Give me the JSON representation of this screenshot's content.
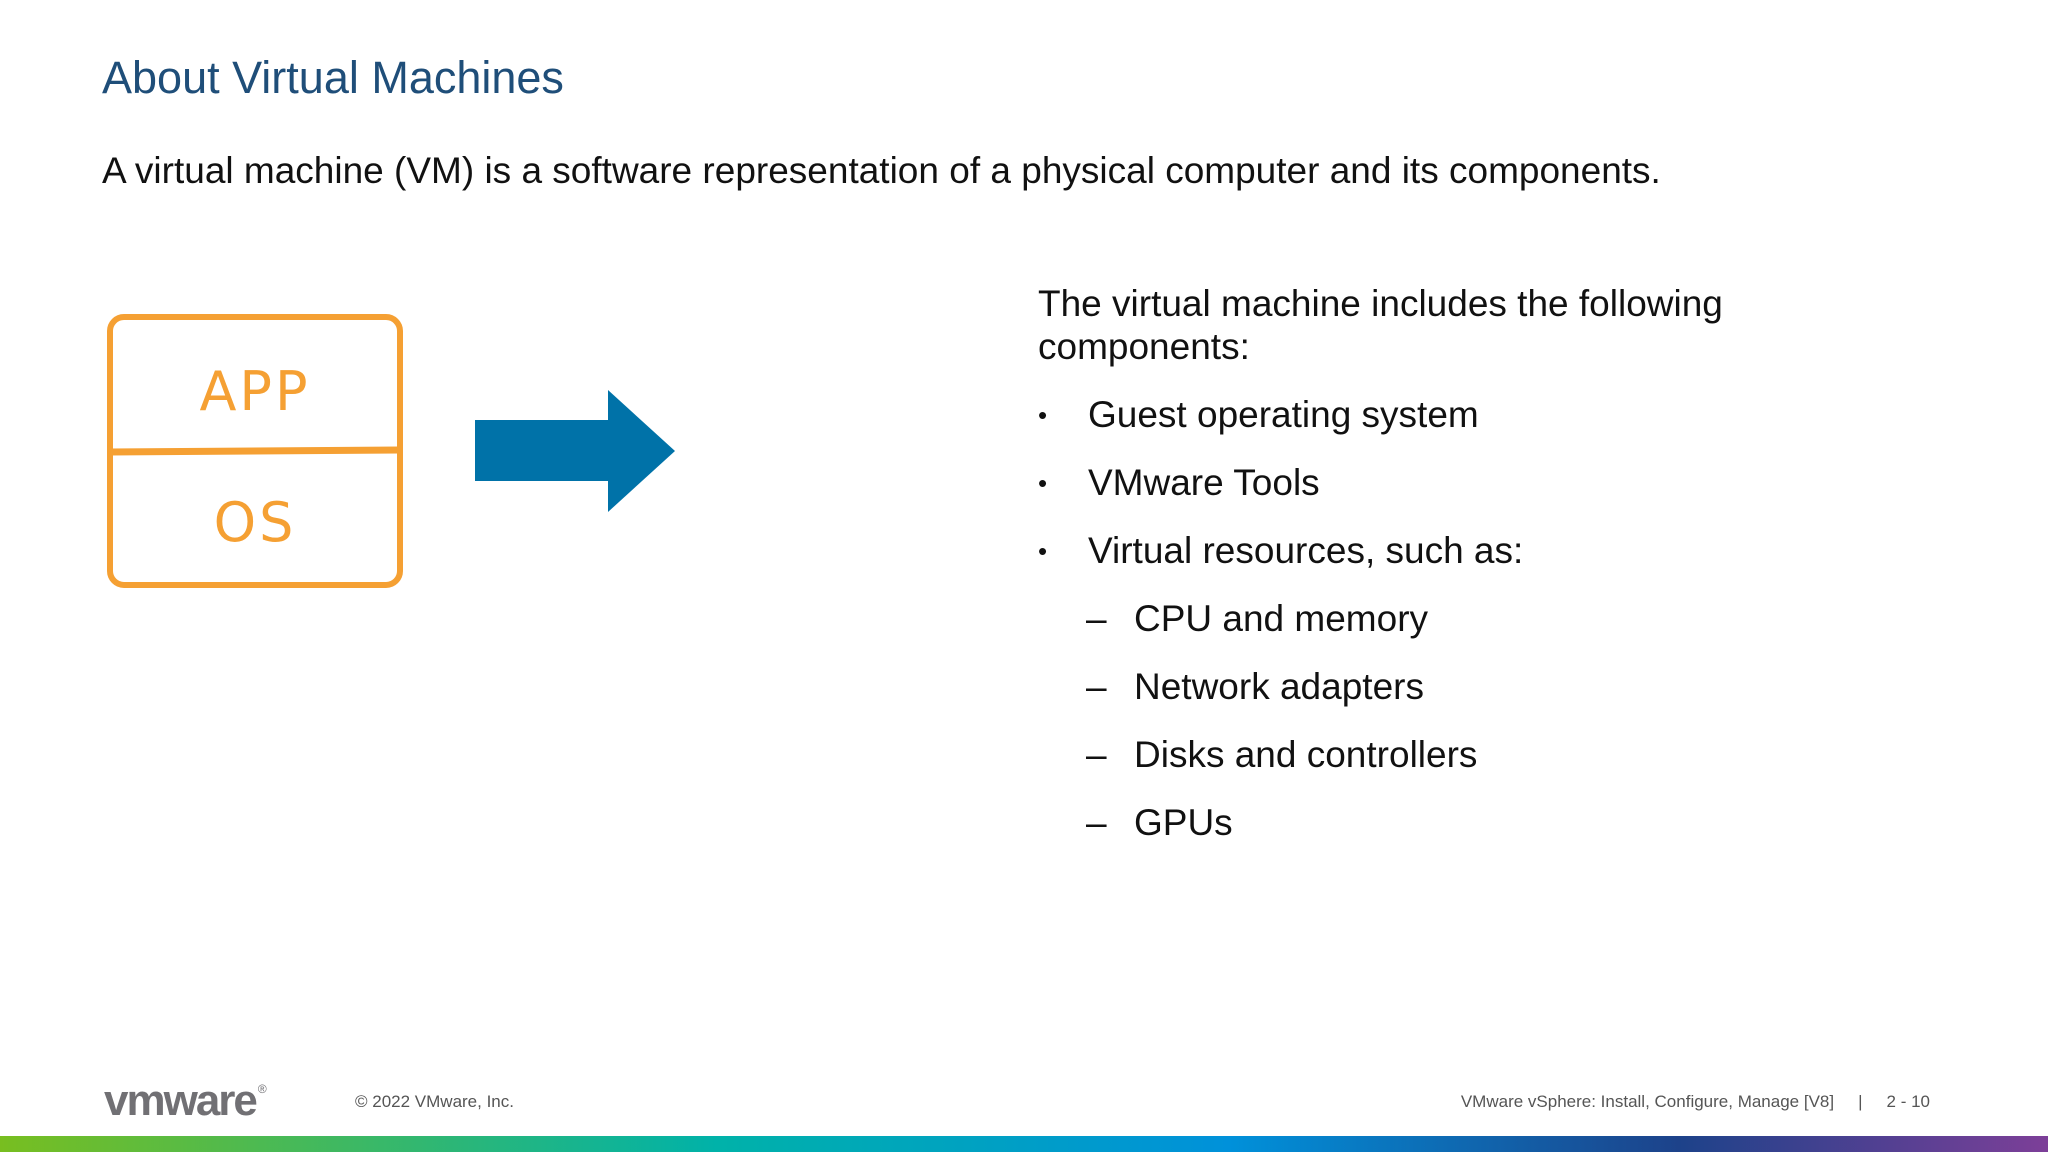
{
  "slide": {
    "title": "About Virtual Machines",
    "intro": "A virtual machine (VM) is a software representation of a physical computer and its components."
  },
  "diagram": {
    "app_label": "APP",
    "os_label": "OS",
    "box_color": "#f5a033",
    "arrow_color": "#0072a8",
    "arrow_icon": "arrow-right-icon"
  },
  "content": {
    "lead": "The virtual machine includes the following components:",
    "bullets": [
      "Guest operating system",
      "VMware Tools",
      "Virtual resources, such as:"
    ],
    "sub_items": [
      "CPU and memory",
      "Network adapters",
      "Disks and controllers",
      "GPUs"
    ],
    "bullet_marker": "•",
    "sub_marker": "–"
  },
  "footer": {
    "logo_text": "vmware",
    "logo_mark": "®",
    "copyright": "© 2022 VMware, Inc.",
    "course": "VMware vSphere: Install, Configure, Manage [V8]",
    "separator": "|",
    "page": "2 - 10"
  }
}
